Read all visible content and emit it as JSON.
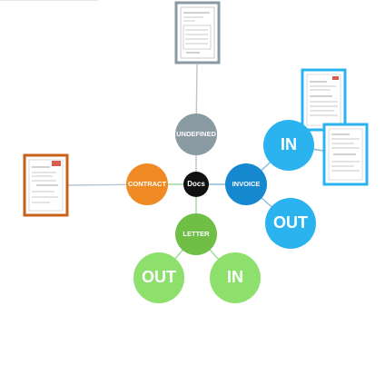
{
  "nodes": {
    "center": {
      "label": "Docs",
      "color": "#111111"
    },
    "undefined": {
      "label": "UNDEFINED",
      "color": "#8a9aa3"
    },
    "contract": {
      "label": "CONTRACT",
      "color": "#f08a24"
    },
    "invoice": {
      "label": "INVOICE",
      "color": "#1588cf"
    },
    "letter": {
      "label": "LETTER",
      "color": "#6fbe45"
    },
    "invoice_in": {
      "label": "IN",
      "color": "#2bb3f0"
    },
    "invoice_out": {
      "label": "OUT",
      "color": "#2bb3f0"
    },
    "letter_out": {
      "label": "OUT",
      "color": "#8ee06c"
    },
    "letter_in": {
      "label": "IN",
      "color": "#8ee06c"
    }
  },
  "documents": {
    "undefined_doc": {
      "frame_color": "#8a9aa3"
    },
    "contract_doc": {
      "frame_color": "#c8601a"
    },
    "invoice_in_doc": {
      "frame_color": "#2bb3f0"
    },
    "invoice_out_doc": {
      "frame_color": "#2bb3f0"
    }
  }
}
